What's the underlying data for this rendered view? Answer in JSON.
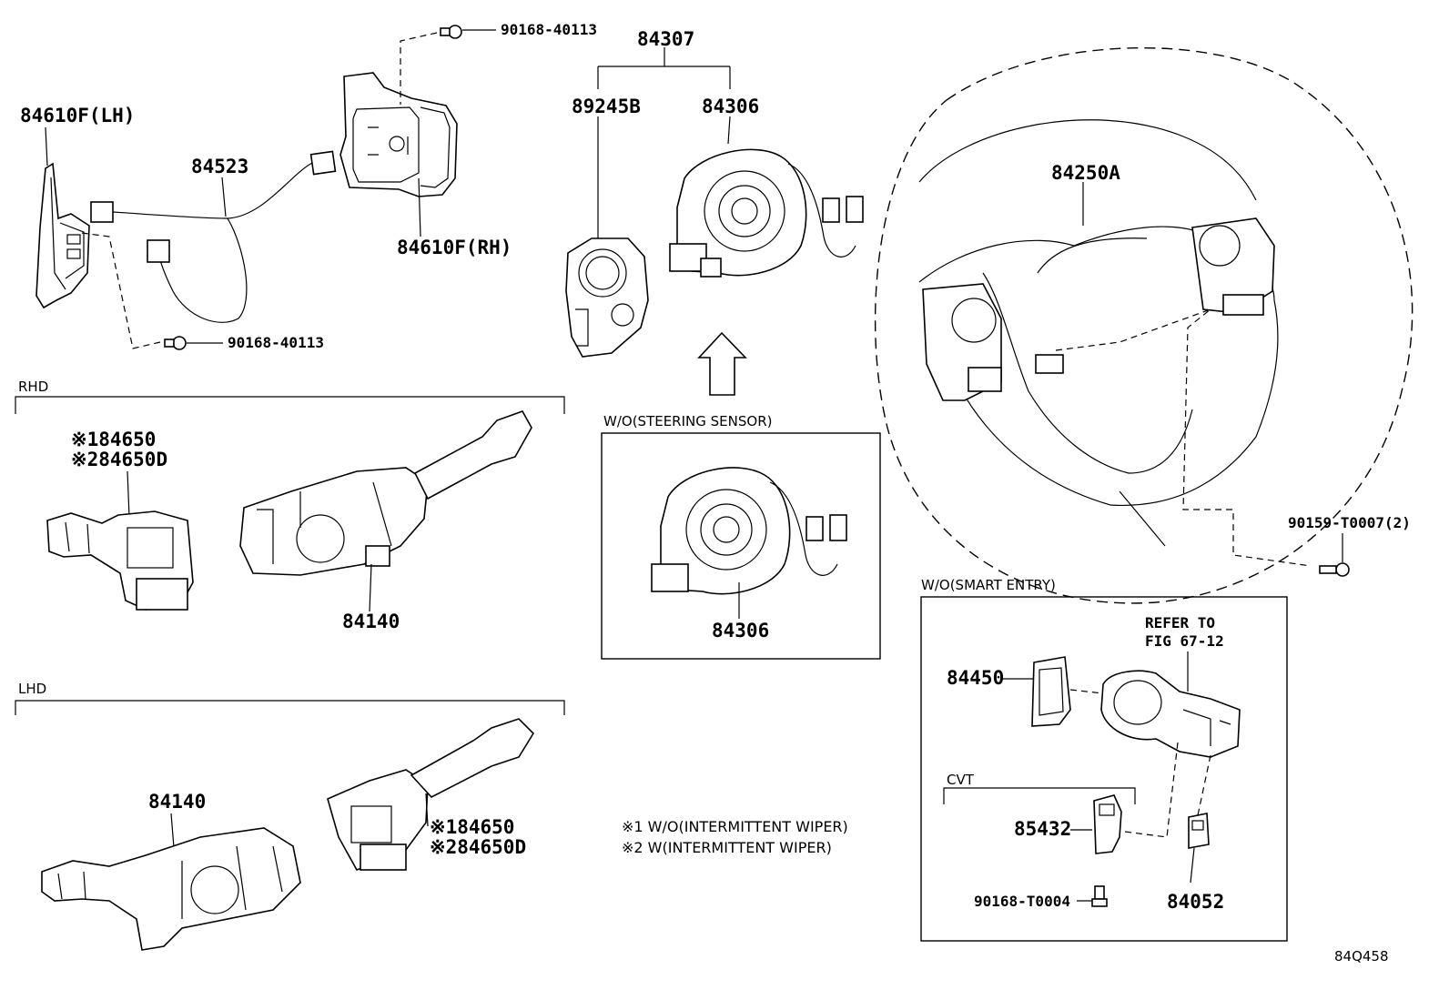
{
  "parts": {
    "bolt_top": "90168-40113",
    "bolt_bottom": "90168-40113",
    "switch_lh": "84610F(LH)",
    "switch_rh": "84610F(RH)",
    "wire": "84523",
    "spiral_assy": "84307",
    "sensor": "89245B",
    "spiral_cable": "84306",
    "wheel_wire": "84250A",
    "screw_wheel": "90159-T0007(2)",
    "rhd_label": "RHD",
    "rhd_switch_1": "※184650",
    "rhd_switch_2": "※284650D",
    "rhd_combo": "84140",
    "lhd_label": "LHD",
    "lhd_combo": "84140",
    "lhd_switch_1": "※184650",
    "lhd_switch_2": "※284650D",
    "wo_steering_label": "W/O(STEERING SENSOR)",
    "wo_steering_part": "84306",
    "wo_smart_label": "W/O(SMART ENTRY)",
    "refer_1": "REFER TO",
    "refer_2": "FIG 67-12",
    "smart_switch": "84450",
    "cvt_label": "CVT",
    "cvt_part": "85432",
    "cvt_screw": "90168-T0004",
    "key_part": "84052",
    "note_1": "※1 W/O(INTERMITTENT WIPER)",
    "note_2": "※2 W(INTERMITTENT WIPER)",
    "figure_id": "84Q458"
  }
}
